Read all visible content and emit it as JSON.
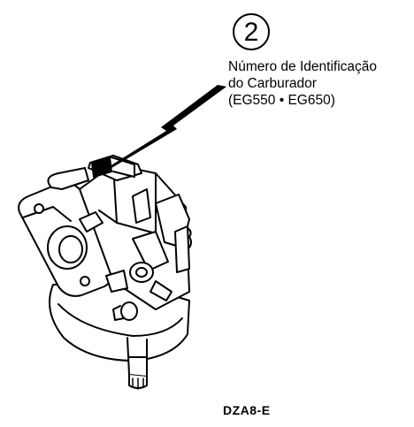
{
  "callout": {
    "number": "2",
    "label_lines": [
      "Número de Identificação",
      "do Carburador",
      "(EG550 • EG650)"
    ]
  },
  "figure_code": "DZA8-E",
  "icons": {
    "callout_badge": "circled-number-icon",
    "pointer": "lightning-arrow-icon",
    "part": "carburetor-illustration"
  }
}
